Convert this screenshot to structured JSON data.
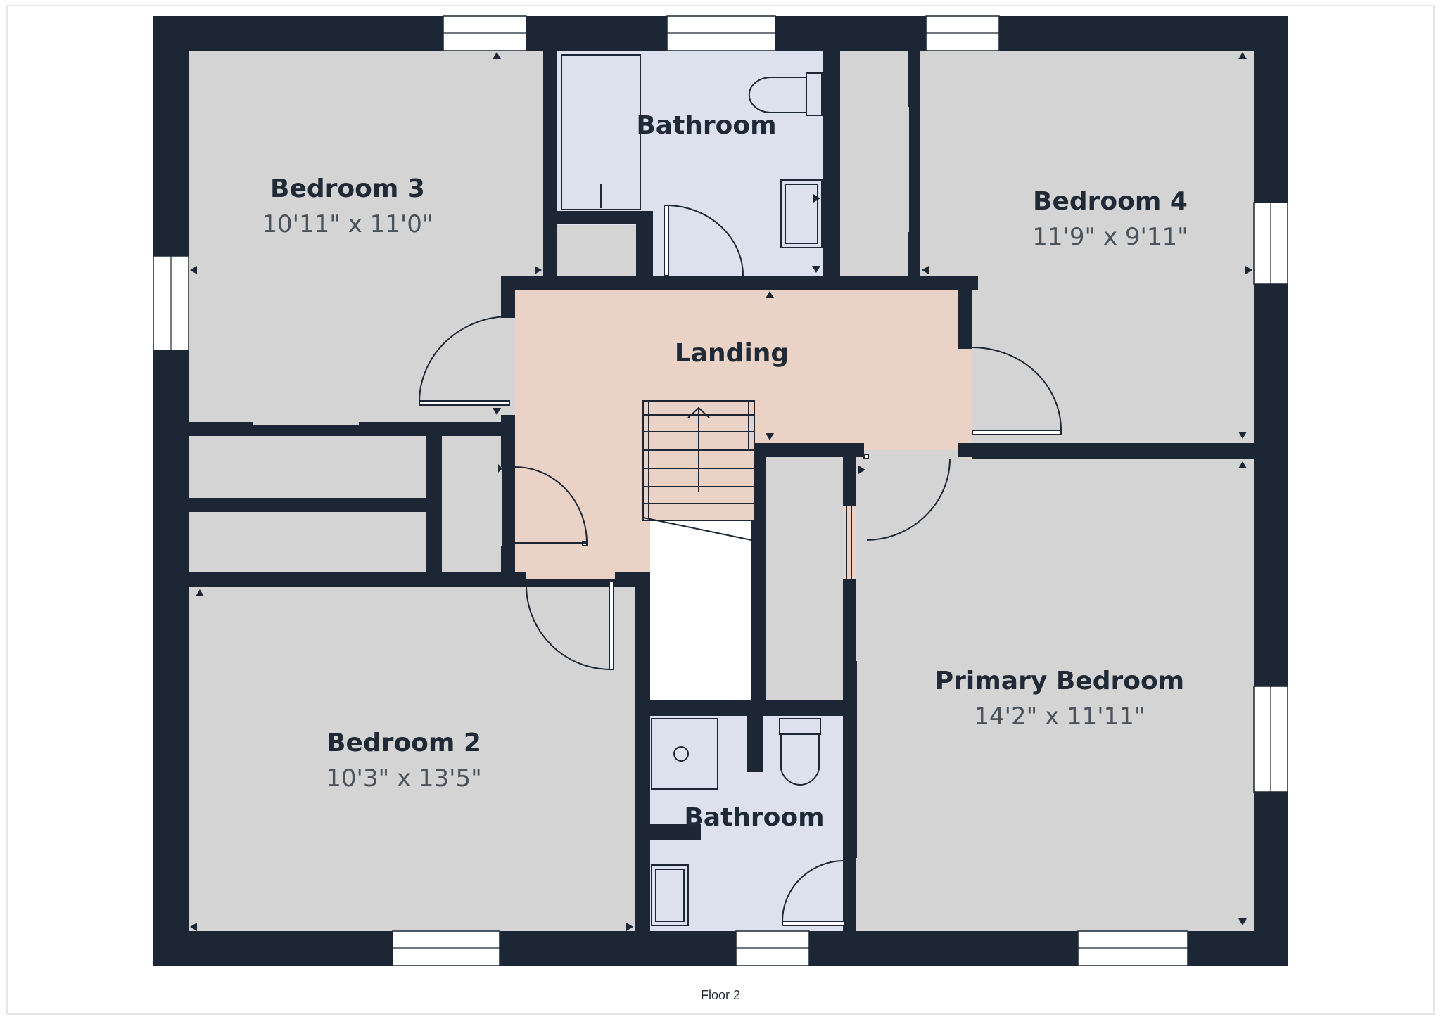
{
  "floor_label": "Floor 2",
  "colors": {
    "wall": "#1c2634",
    "room": "#d4d4d4",
    "bathroom": "#dde1ee",
    "landing": "#ead2c6",
    "window": "#ffffff",
    "text_name": "#1f2a36",
    "text_dim": "#4a525c"
  },
  "rooms": {
    "bedroom3": {
      "name": "Bedroom 3",
      "dims": "10'11\" x 11'0\""
    },
    "bathroom_top": {
      "name": "Bathroom"
    },
    "bedroom4": {
      "name": "Bedroom 4",
      "dims": "11'9\" x 9'11\""
    },
    "landing": {
      "name": "Landing"
    },
    "bedroom2": {
      "name": "Bedroom 2",
      "dims": "10'3\" x 13'5\""
    },
    "bathroom_bottom": {
      "name": "Bathroom"
    },
    "primary": {
      "name": "Primary Bedroom",
      "dims": "14'2\" x 11'11\""
    }
  }
}
